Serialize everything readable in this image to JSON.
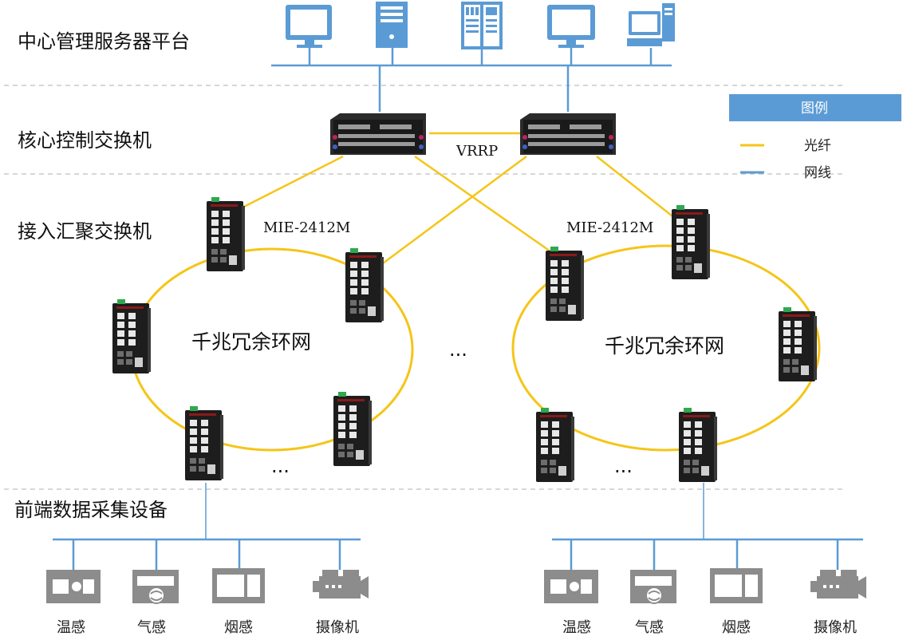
{
  "layers": {
    "server": "中心管理服务器平台",
    "core": "核心控制交换机",
    "access": "接入汇聚交换机",
    "front": "前端数据采集设备"
  },
  "labels": {
    "vrrp": "VRRP",
    "model_left": "MIE-2412M",
    "model_right": "MIE-2412M",
    "ring_left": "千兆冗余环网",
    "ring_right": "千兆冗余环网",
    "ellipsis_mid": "...",
    "ellipsis_left": "...",
    "ellipsis_right": "..."
  },
  "legend": {
    "title": "图例",
    "fiber": "光纤",
    "ethernet": "网线"
  },
  "devices_left": [
    "温感",
    "气感",
    "烟感",
    "摄像机"
  ],
  "devices_right": [
    "温感",
    "气感",
    "烟感",
    "摄像机"
  ],
  "colors": {
    "fiber": "#f5c518",
    "ethernet": "#5b9bd5",
    "icon_blue": "#5b9bd5",
    "device_gray": "#8c8c8c",
    "legend_header": "#5b9bd5",
    "dashed": "#bfbfbf"
  }
}
